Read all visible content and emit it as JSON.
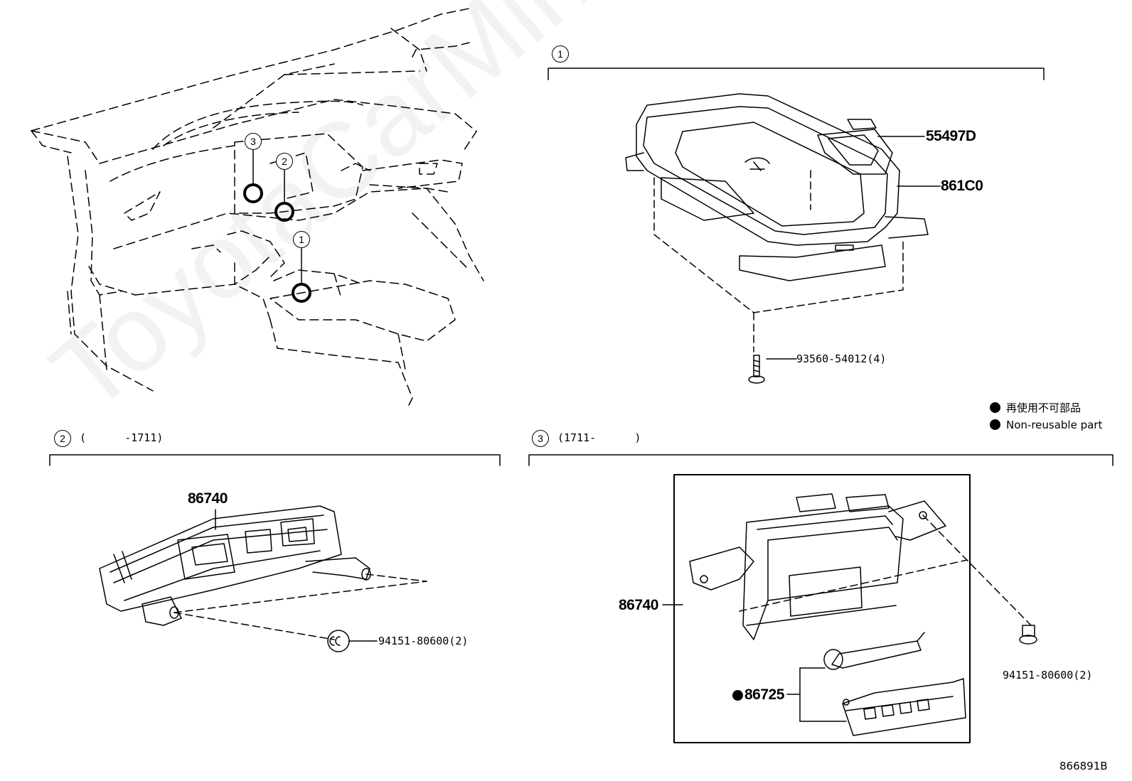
{
  "watermark": "ToyotaCarMine.ru",
  "callouts": {
    "c1": "1",
    "c2": "2",
    "c3": "3"
  },
  "section1": {
    "marker": "1",
    "parts": {
      "p_55497D": "55497D",
      "p_861C0": "861C0",
      "p_screw": "93560-54012(4)"
    }
  },
  "section2": {
    "marker": "2",
    "range": "(      -1711)",
    "parts": {
      "p_86740": "86740",
      "p_clip": "94151-80600(2)"
    }
  },
  "section3": {
    "marker": "3",
    "range": "(1711-      )",
    "parts": {
      "p_86740": "86740",
      "p_86725": "86725",
      "p_clip": "94151-80600(2)"
    }
  },
  "legend": {
    "jp": "再使用不可部品",
    "en": "Non-reusable part"
  },
  "diagram_id": "866891B"
}
